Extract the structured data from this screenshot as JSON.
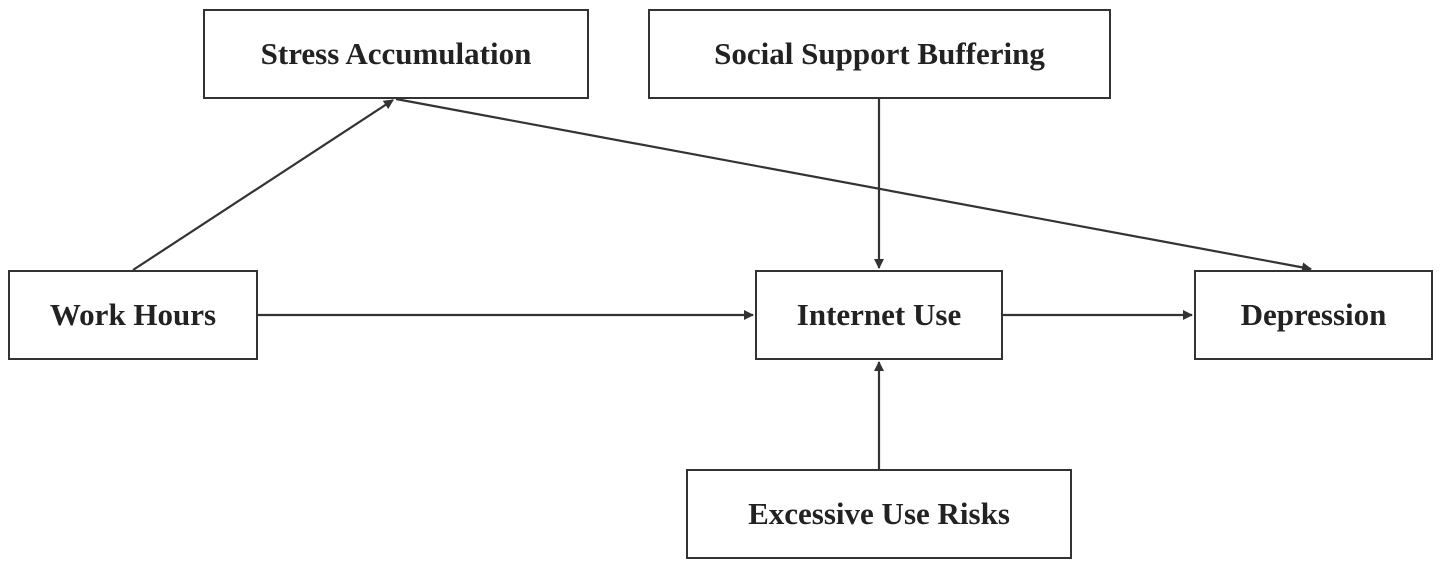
{
  "diagram": {
    "nodes": {
      "stress_accumulation": "Stress Accumulation",
      "social_support_buffering": "Social Support Buffering",
      "work_hours": "Work Hours",
      "internet_use": "Internet Use",
      "depression": "Depression",
      "excessive_use_risks": "Excessive Use Risks"
    },
    "edges": [
      {
        "from": "work_hours",
        "to": "stress_accumulation"
      },
      {
        "from": "stress_accumulation",
        "to": "depression"
      },
      {
        "from": "work_hours",
        "to": "internet_use"
      },
      {
        "from": "social_support_buffering",
        "to": "internet_use"
      },
      {
        "from": "internet_use",
        "to": "depression"
      },
      {
        "from": "excessive_use_risks",
        "to": "internet_use"
      }
    ],
    "colors": {
      "line": "#333333",
      "text": "#222222",
      "background": "#ffffff"
    }
  }
}
